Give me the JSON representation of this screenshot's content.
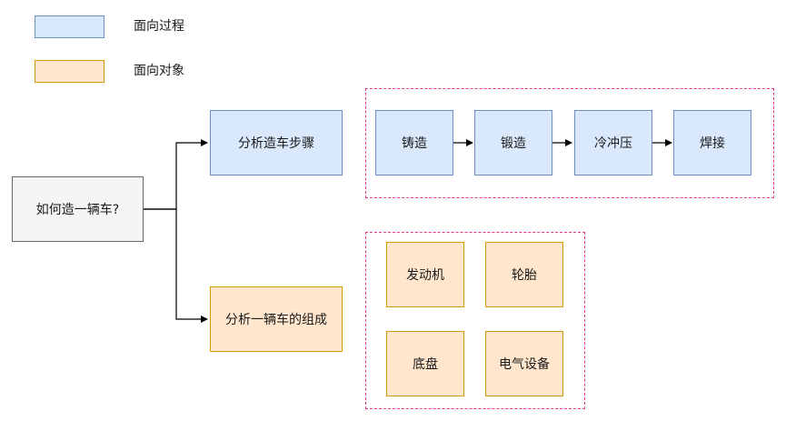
{
  "legend": {
    "process": {
      "label": "面向过程",
      "color": "#dae8fc"
    },
    "object": {
      "label": "面向对象",
      "color": "#ffe6cc"
    }
  },
  "root": {
    "label": "如何造一辆车?"
  },
  "process_branch": {
    "label": "分析造车步骤",
    "steps": [
      "铸造",
      "锻造",
      "冷冲压",
      "焊接"
    ]
  },
  "object_branch": {
    "label": "分析一辆车的组成",
    "parts": [
      "发动机",
      "轮胎",
      "底盘",
      "电气设备"
    ]
  },
  "colors": {
    "blue_fill": "#dae8fc",
    "blue_stroke": "#6c8ebf",
    "orange_fill": "#ffe6cc",
    "orange_stroke": "#d79b00",
    "gray_fill": "#f5f5f5",
    "dashed_group": "#e8378f"
  }
}
